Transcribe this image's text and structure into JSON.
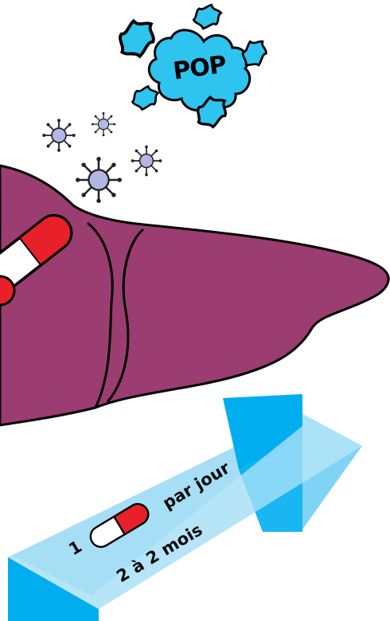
{
  "pop": {
    "label": "POP"
  },
  "arrow": {
    "count": "1",
    "per_day": "par jour",
    "duration": "2 à 2 mois"
  },
  "colors": {
    "liver": "#9b3d71",
    "pill_red": "#e8202a",
    "pill_white": "#ffffff",
    "burst_blue": "#2ec4ef",
    "virus": "#b3b7e3",
    "arrow_light": "#7fd3f5",
    "arrow_dark": "#00aeef"
  },
  "icons": {
    "pill": "capsule-icon",
    "virus": "virus-icon",
    "burst": "star-burst-icon"
  }
}
